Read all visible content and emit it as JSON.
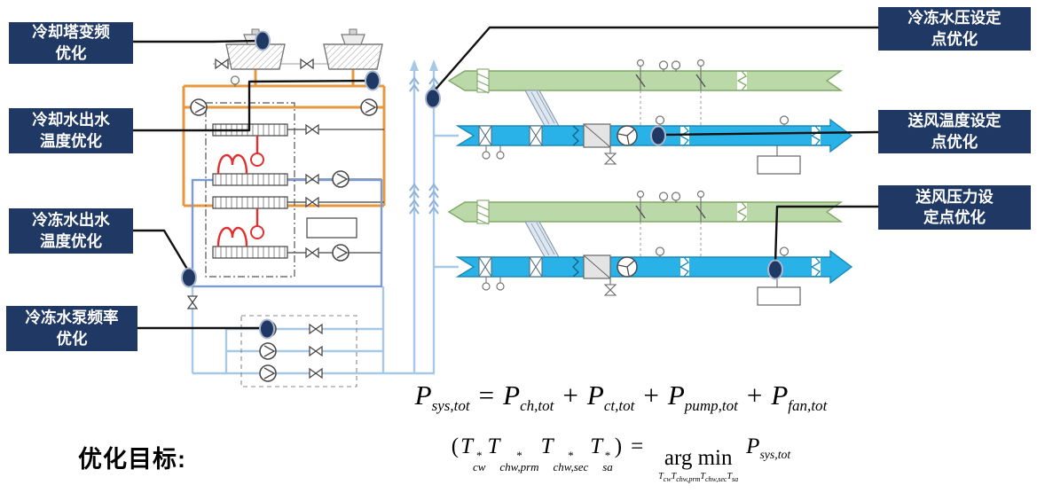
{
  "callouts": {
    "ct_vfd": "冷却塔变频\n优化",
    "cw_supply_temp": "冷却水出水\n温度优化",
    "chw_supply_temp": "冷冻水出水\n温度优化",
    "chw_pump_freq": "冷冻水泵频率\n优化",
    "chw_pressure_setpoint": "冷冻水压设定\n点优化",
    "sa_temp_setpoint": "送风温度设定\n点优化",
    "sa_pressure_setpoint": "送风压力设\n定点优化"
  },
  "objective": {
    "label": "优化目标:"
  },
  "formulas": {
    "line1": {
      "lhs": {
        "base": "P",
        "sub": "sys,tot"
      },
      "eq": "=",
      "t1": {
        "base": "P",
        "sub": "ch,tot"
      },
      "plus1": "+",
      "t2": {
        "base": "P",
        "sub": "ct,tot"
      },
      "plus2": "+",
      "t3": {
        "base": "P",
        "sub": "pump,tot"
      },
      "plus3": "+",
      "t4": {
        "base": "P",
        "sub": "fan,tot"
      }
    },
    "line2": {
      "open": "(",
      "t1": {
        "base": "T",
        "sup": "*",
        "sub": "cw"
      },
      "t2": {
        "base": "T",
        "sup": "*",
        "sub": "chw,prm"
      },
      "t3": {
        "base": "T",
        "sup": "*",
        "sub": "chw,sec"
      },
      "t4": {
        "base": "T",
        "sup": "*",
        "sub": "sa"
      },
      "close": ")",
      "eq": "=",
      "argmin": "arg min",
      "under": {
        "u1": {
          "base": "T",
          "sub": "cw"
        },
        "u2": {
          "base": "T",
          "sub": "chw,prm"
        },
        "u3": {
          "base": "T",
          "sub": "chw,sec"
        },
        "u4": {
          "base": "T",
          "sub": "sa"
        }
      },
      "rhs": {
        "base": "P",
        "sub": "sys,tot"
      }
    }
  },
  "colors": {
    "callout_bg": "#1F3864",
    "callout_text": "#FFFFFF",
    "marker_fill": "#1F3864",
    "marker_border": "#AAB8CE",
    "condenser_pipe_orange": "#E6973F",
    "chilled_pipe_light_blue": "#A8C8E8",
    "chilled_loop_blue": "#7E9BD0",
    "supply_duct_blue": "#29B2E8",
    "return_duct_green": "#BBD8A8",
    "refrigerant_red": "#E03030",
    "connector_black": "#111111"
  }
}
